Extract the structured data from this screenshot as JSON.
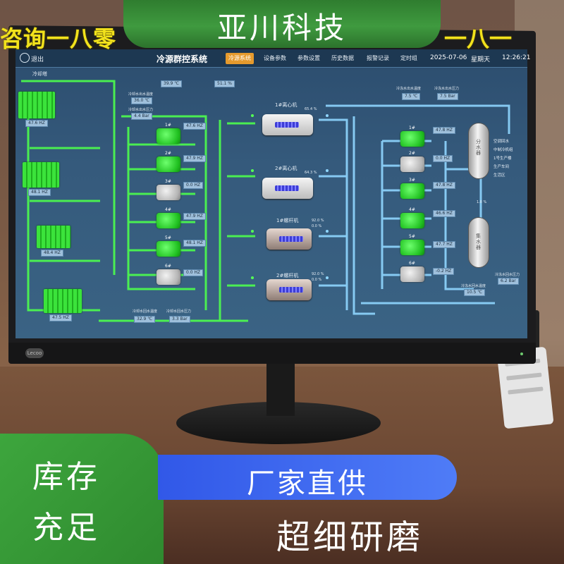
{
  "banner": {
    "company": "亚川科技",
    "ticker_left": "咨询一八零",
    "ticker_right": "一八一"
  },
  "promo": {
    "stock_line1": "库存",
    "stock_line2": "充足",
    "factory": "厂家直供",
    "grinding": "超细研磨"
  },
  "scada": {
    "exit": "退出",
    "title": "冷源群控系统",
    "tabs": [
      {
        "label": "冷源系统",
        "active": true
      },
      {
        "label": "设备参数",
        "active": false
      },
      {
        "label": "参数设置",
        "active": false
      },
      {
        "label": "历史数据",
        "active": false
      },
      {
        "label": "报警记录",
        "active": false
      },
      {
        "label": "定时组",
        "active": false
      }
    ],
    "date": "2025-07-06",
    "weekday": "星期天",
    "time": "12:26:21",
    "section_cooling_tower": "冷却塔",
    "top_values": [
      "39.9 ℃",
      "51.1 %"
    ],
    "cw_out_temp_label": "冷却水出水温度",
    "cw_out_temp": "36.0 ℃",
    "cw_out_press_label": "冷却水出水压力",
    "cw_out_press": "4.4 Bar",
    "cw_in_temp_label": "冷却水回水温度",
    "cw_in_temp": "32.9 ℃",
    "cw_in_press_label": "冷却水回水压力",
    "cw_in_press": "3.3 Bar",
    "tower_hz": [
      "47.6 HZ",
      "48.1 HZ",
      "48.4 HZ",
      "47.5 HZ"
    ],
    "cooling_pumps": [
      {
        "num": "1#",
        "hz": "47.6 HZ",
        "on": true
      },
      {
        "num": "2#",
        "hz": "47.9 HZ",
        "on": true
      },
      {
        "num": "3#",
        "hz": "0.0 HZ",
        "on": false
      },
      {
        "num": "4#",
        "hz": "47.9 HZ",
        "on": true
      },
      {
        "num": "5#",
        "hz": "48.1 HZ",
        "on": true
      },
      {
        "num": "6#",
        "hz": "0.0 HZ",
        "on": false
      }
    ],
    "chillers": [
      {
        "name": "1#离心机",
        "load": "65.4 %"
      },
      {
        "name": "2#离心机",
        "load": "64.3 %"
      },
      {
        "name": "1#螺杆机",
        "load": "92.0 %",
        "load2": "0.0 %"
      },
      {
        "name": "2#螺杆机",
        "load": "92.0 %",
        "load2": "0.0 %"
      }
    ],
    "chw_out_temp_label": "冷冻水出水温度",
    "chw_out_temp": "7.5 ℃",
    "chw_out_press_label": "冷冻水出水压力",
    "chw_out_press": "7.5 Bar",
    "chilled_pumps": [
      {
        "num": "1#",
        "hz": "47.8 HZ",
        "on": true
      },
      {
        "num": "2#",
        "hz": "0.0 HZ",
        "on": false
      },
      {
        "num": "3#",
        "hz": "47.8 HZ",
        "on": true
      },
      {
        "num": "4#",
        "hz": "46.6 HZ",
        "on": true
      },
      {
        "num": "5#",
        "hz": "47.7 HZ",
        "on": true
      },
      {
        "num": "6#",
        "hz": "-0.2 HZ",
        "on": false
      }
    ],
    "tank_supply": "分水器",
    "tank_return": "集水器",
    "bypass_valve": "1.8 %",
    "legend": [
      "空调回水",
      "中制冷机组",
      "1号生产楼",
      "生产车间",
      "生活区"
    ],
    "chw_ret_press_label": "冷冻水回水压力",
    "chw_ret_press": "6.2 Bar",
    "chw_ret_temp_label": "冷冻水回水温度",
    "chw_ret_temp": "10.5 ℃"
  },
  "monitor": {
    "brand": "Lecoo"
  },
  "colors": {
    "banner_green": "#3f9a3f",
    "ticker_yellow": "#f2e21c",
    "pill_blue": "#3f6af0",
    "tab_active": "#e59a2d",
    "pipe_green": "#4dff4d",
    "pipe_blue": "#8fd6ff"
  }
}
